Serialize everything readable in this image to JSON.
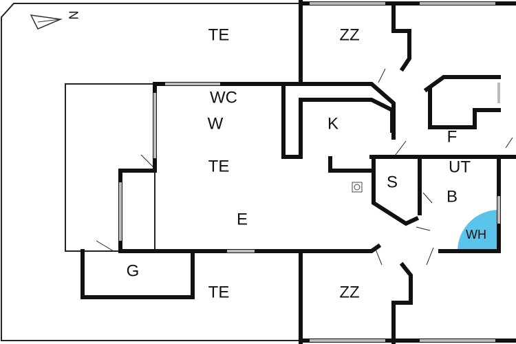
{
  "compass": {
    "label": "N"
  },
  "rooms": {
    "te_top": "TE",
    "zz_top": "ZZ",
    "wc": "WC",
    "w": "W",
    "te_mid": "TE",
    "k": "K",
    "f": "F",
    "ut": "UT",
    "s": "S",
    "b": "B",
    "e": "E",
    "wh": "WH",
    "g": "G",
    "te_bottom": "TE",
    "zz_bottom": "ZZ"
  },
  "colors": {
    "wh_fill": "#5bc4ea",
    "wall": "#111111"
  }
}
